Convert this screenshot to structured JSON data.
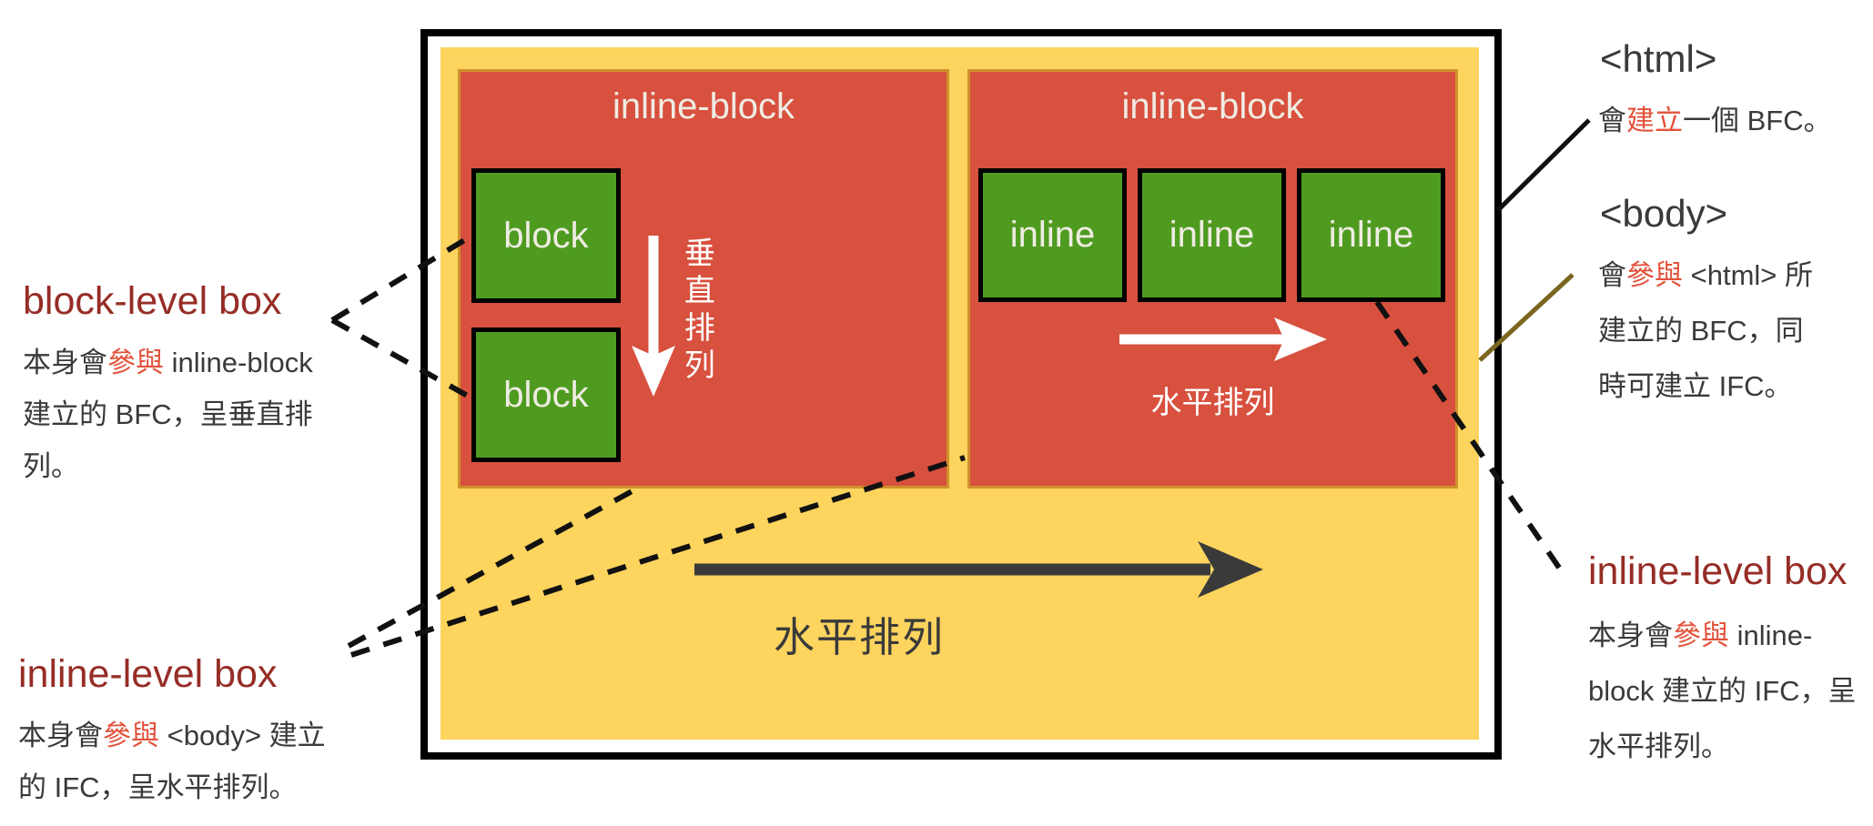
{
  "diagram": {
    "left_panel": {
      "title": "inline-block",
      "boxes": [
        "block",
        "block"
      ],
      "arrow_label": "垂直排列"
    },
    "right_panel": {
      "title": "inline-block",
      "boxes": [
        "inline",
        "inline",
        "inline"
      ],
      "arrow_label": "水平排列"
    },
    "bottom_arrow_label": "水平排列"
  },
  "annotations": {
    "block_level": {
      "heading": "block-level box",
      "text_pre": "本身會",
      "text_em": "參與",
      "text_post": " inline-block 建立的 BFC，呈垂直排列。"
    },
    "inline_level_left": {
      "heading": "inline-level box",
      "text_pre": "本身會",
      "text_em": "參與",
      "text_post": " <body> 建立的 IFC，呈水平排列。"
    },
    "html_tag": {
      "heading": "<html>",
      "text_pre": "會",
      "text_em": "建立",
      "text_post": "一個 BFC。"
    },
    "body_tag": {
      "heading": "<body>",
      "text_pre": "會",
      "text_em": "參與",
      "text_post": " <html> 所建立的 BFC，同時可建立 IFC。"
    },
    "inline_level_right": {
      "heading": "inline-level box",
      "text_pre": "本身會",
      "text_em": "參與",
      "text_post": " inline-block 建立的 IFC，呈水平排列。"
    }
  },
  "colors": {
    "container_yellow": "#FCD45E",
    "box_red": "#D8503E",
    "box_red_border": "#D1912C",
    "box_green": "#4F9B20",
    "heading_dark_red": "#962D26",
    "emphasis_orange_red": "#E2533C",
    "text_dark_gray": "#3A3A3A",
    "body_connector_brown": "#7A661F",
    "box_label_off_white": "#EFECE3"
  }
}
